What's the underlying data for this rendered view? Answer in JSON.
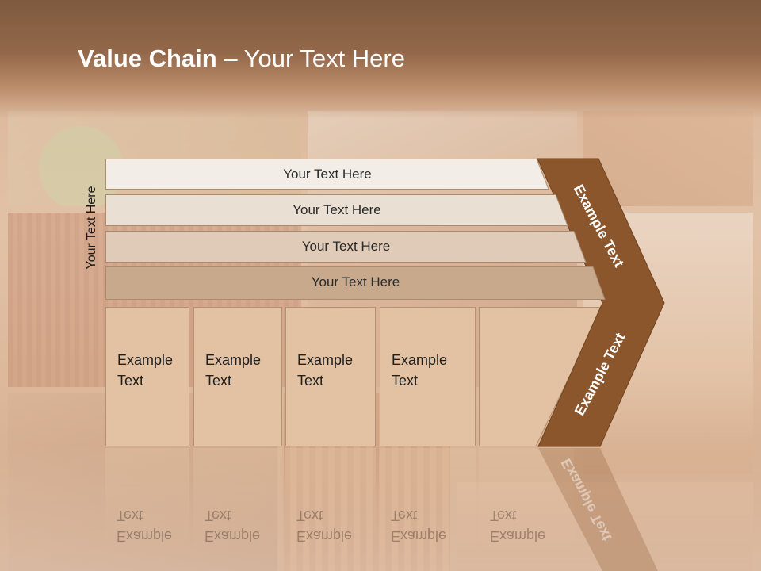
{
  "slide": {
    "title_bold": "Value Chain",
    "title_rest": " – Your Text Here",
    "vertical_label": "Your Text Here",
    "rows": [
      {
        "label": "Your Text Here",
        "fill": "#f2ede7"
      },
      {
        "label": "Your Text Here",
        "fill": "#eadfd3"
      },
      {
        "label": "Your Text Here",
        "fill": "#dfcbb7"
      },
      {
        "label": "Your Text Here",
        "fill": "#c8a98b"
      }
    ],
    "boxes": [
      {
        "text": "Example\nText"
      },
      {
        "text": "Example\nText"
      },
      {
        "text": "Example\nText"
      },
      {
        "text": "Example\nText"
      },
      {
        "text": "Example\nText"
      }
    ],
    "chevron": {
      "top_label": "Example Text",
      "bottom_label": "Example Text",
      "color": "#8b562c"
    }
  }
}
